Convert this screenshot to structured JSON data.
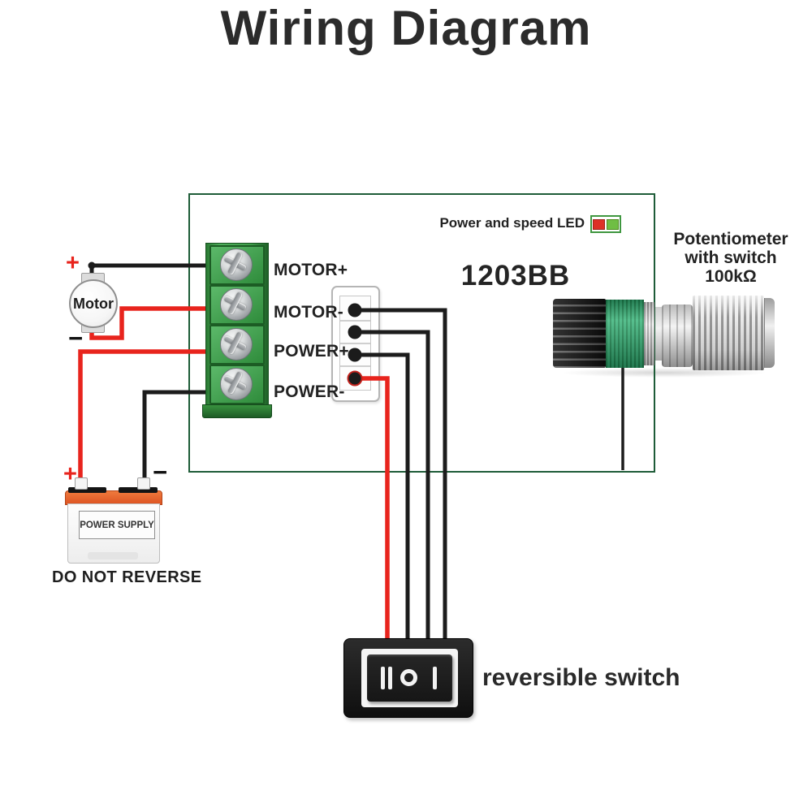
{
  "title": "Wiring Diagram",
  "board": {
    "model": "1203BB",
    "led_label": "Power and speed LED",
    "terminals": [
      "MOTOR+",
      "MOTOR-",
      "POWER+",
      "POWER-"
    ]
  },
  "potentiometer": {
    "name": "Potentiometer",
    "sub": "with switch",
    "value": "100kΩ"
  },
  "motor": {
    "label": "Motor",
    "positive": "+",
    "negative": "−"
  },
  "power_supply": {
    "label": "POWER SUPPLY",
    "warning": "DO NOT REVERSE",
    "positive": "+",
    "negative": "−"
  },
  "reversible_switch": {
    "label": "reversible switch",
    "positions": [
      "II",
      "O",
      "I"
    ]
  },
  "colors": {
    "wire_red": "#e8241d",
    "wire_black": "#1c1c1c",
    "pcb_border": "#1e5c38",
    "led_red": "#dd3127",
    "led_green": "#6fbe44",
    "terminal_green": "#3f9e4a",
    "battery_orange": "#e05a2b",
    "pot_green": "#2aa169"
  }
}
